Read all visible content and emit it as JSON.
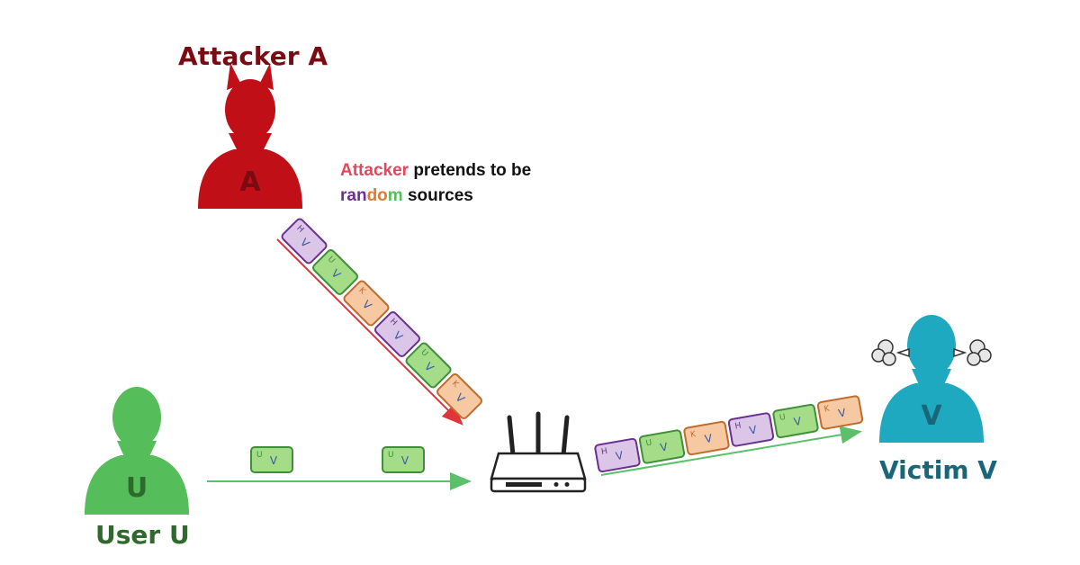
{
  "colors": {
    "attacker": "#c00f17",
    "attacker_dark": "#7a0b12",
    "user": "#56bd5b",
    "user_dark": "#2f6a2d",
    "victim": "#1fa9c0",
    "victim_dark": "#1a6678",
    "pkt_h": "#dcc6e8",
    "pkt_h_border": "#6a2f8f",
    "pkt_u": "#a4dc87",
    "pkt_u_border": "#3f8f3a",
    "pkt_k": "#f7c9a2",
    "pkt_k_border": "#c06a2d",
    "arrow_red": "#e0343a",
    "arrow_green": "#5cc06a"
  },
  "labels": {
    "attacker": "Attacker A",
    "user": "User U",
    "victim": "Victim V",
    "attacker_letter": "A",
    "user_letter": "U",
    "victim_letter": "V"
  },
  "caption": {
    "word_attacker": "Attacker",
    "rest_line1": " pretends to be",
    "ran": "ran",
    "do": "do",
    "m": "m",
    "rest_line2": " sources"
  },
  "packets": {
    "attacker_stream": [
      "H",
      "U",
      "K",
      "H",
      "U",
      "K"
    ],
    "user_stream": [
      "U",
      "U"
    ],
    "victim_stream": [
      "H",
      "U",
      "K",
      "H",
      "U",
      "K"
    ],
    "dest_letter": "V"
  },
  "icons": {
    "router": "router-icon",
    "steam": "steam-puff-icon",
    "person": "person-icon"
  }
}
